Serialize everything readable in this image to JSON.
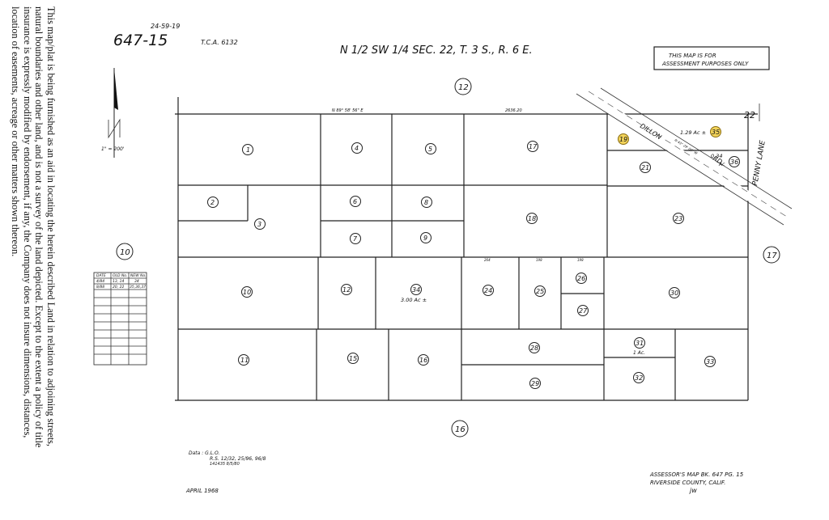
{
  "disclaimer": "This map/plat is being furnished as an aid in locating the herein described Land in relation to adjoining streets, natural boundaries and other land, and is not a survey of the land depicted. Except to the extent a policy of title insurance is expressly modified by endorsement, if any, the Company does not insure dimensions, distances, location of easements, acreage or other matters shown thereon.",
  "header": {
    "book_page": "647-15",
    "code_above": "24-59-19",
    "tca": "T.C.A.  6132",
    "section_title": "N 1/2 SW 1/4 SEC. 22, T. 3 S., R. 6 E.",
    "assessment_notice_line1": "THIS   MAP   IS   FOR",
    "assessment_notice_line2": "ASSESSMENT   PURPOSES  ONLY"
  },
  "north_arrow": {
    "label": "N",
    "scale": "1\" = 200'"
  },
  "bearings": {
    "top_bearing": "N 89° 58' 56\" E",
    "top_distance": "2636.20",
    "road_bearing": "N 43° 29' 00\" W"
  },
  "roads": {
    "dillon_road": "DILLON",
    "dillon_rd_suffix": "RD",
    "penny_lane": "PENNY LANE",
    "section_corner": "22"
  },
  "adjoining_pages": {
    "north": "12",
    "west": "10",
    "east": "17",
    "south": "16"
  },
  "parcels": [
    {
      "id": "1"
    },
    {
      "id": "2"
    },
    {
      "id": "3"
    },
    {
      "id": "4"
    },
    {
      "id": "5"
    },
    {
      "id": "6"
    },
    {
      "id": "7"
    },
    {
      "id": "8"
    },
    {
      "id": "9"
    },
    {
      "id": "10"
    },
    {
      "id": "11"
    },
    {
      "id": "12"
    },
    {
      "id": "15"
    },
    {
      "id": "16"
    },
    {
      "id": "17"
    },
    {
      "id": "18"
    },
    {
      "id": "19",
      "highlighted": true
    },
    {
      "id": "21"
    },
    {
      "id": "23"
    },
    {
      "id": "24"
    },
    {
      "id": "25"
    },
    {
      "id": "26"
    },
    {
      "id": "27"
    },
    {
      "id": "28"
    },
    {
      "id": "29"
    },
    {
      "id": "30"
    },
    {
      "id": "31"
    },
    {
      "id": "32"
    },
    {
      "id": "33"
    },
    {
      "id": "34"
    },
    {
      "id": "35",
      "highlighted": true
    },
    {
      "id": "36"
    }
  ],
  "acreage": {
    "p34": "3.00 Ac ±",
    "p35": "1.29 Ac ±",
    "p36a": "0.34",
    "p36b": "Ac",
    "p31": "1 Ac."
  },
  "frontage": {
    "p24": "264",
    "p25": "198",
    "p26": "198"
  },
  "change_table": {
    "headers": [
      "DATE",
      "OLD No.",
      "NEW No."
    ],
    "rows": [
      [
        "4/84",
        "13, 14",
        "34"
      ],
      [
        "8/88",
        "20, 22",
        "35,36,37"
      ]
    ],
    "blank_rows": 8
  },
  "footer": {
    "data_label": "Data :  G.L.O.",
    "data_line2": "R.S. 12/32, 25/96, 96/8",
    "data_line3": "141435  8/5/80",
    "date": "APRIL 1968",
    "assessor_line1": "ASSESSOR'S  MAP  BK. 647  PG. 15",
    "assessor_line2": "RIVERSIDE  COUNTY,  CALIF.",
    "initials": "jw"
  },
  "colors": {
    "highlight": "#f2d35a",
    "ink": "#222222"
  }
}
